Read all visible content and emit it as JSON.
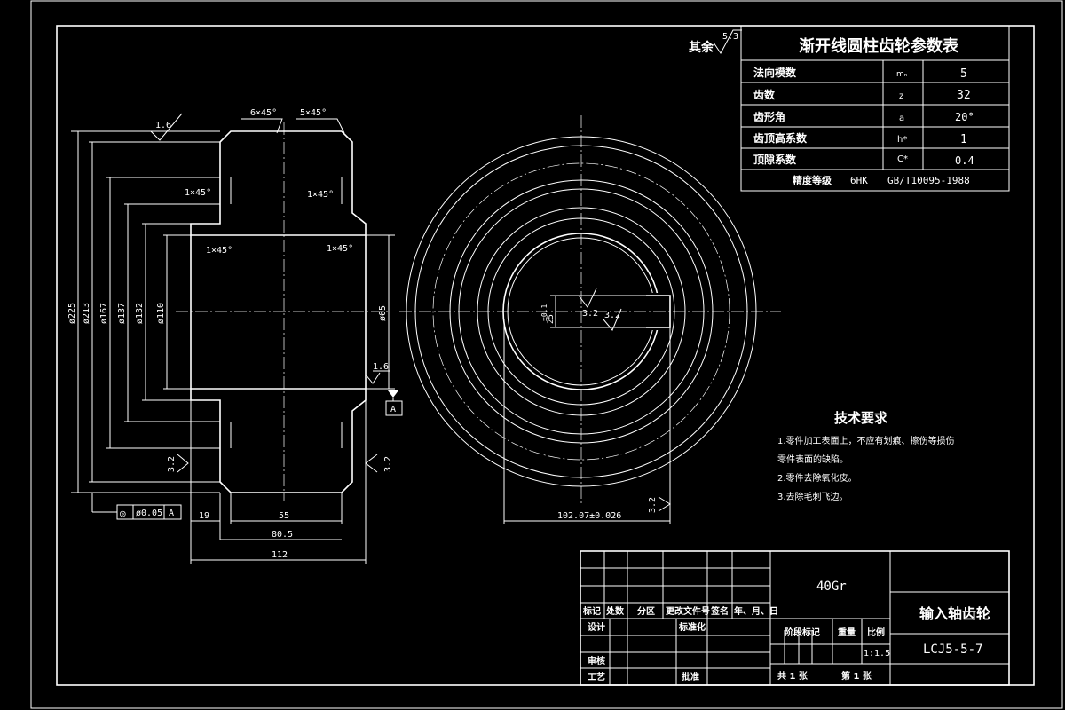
{
  "params_table": {
    "title": "渐开线圆柱齿轮参数表",
    "rows": [
      {
        "name": "法向模数",
        "symbol": "mₙ",
        "value": "5"
      },
      {
        "name": "齿数",
        "symbol": "z",
        "value": "32"
      },
      {
        "name": "齿形角",
        "symbol": "a",
        "value": "20°"
      },
      {
        "name": "齿顶高系数",
        "symbol": "h*",
        "value": "1"
      },
      {
        "name": "顶隙系数",
        "symbol": "C*",
        "value": "0.4"
      }
    ],
    "accuracy_label": "精度等级",
    "accuracy_grade": "6HK",
    "accuracy_standard": "GB/T10095-1988"
  },
  "remaining_roughness": {
    "label": "其余",
    "value": "5.3"
  },
  "dimensions": {
    "chamfer_6x45": "6×45°",
    "chamfer_5x45": "5×45°",
    "chamfer_1x45": "1×45°",
    "dia_225": "ø225",
    "dia_213": "ø213",
    "dia_167": "ø167",
    "dia_137": "ø137",
    "dia_132": "ø132",
    "dia_110": "ø110",
    "dia_bore": "ø65",
    "len_19": "19",
    "len_55": "55",
    "len_80_5": "80.5",
    "len_112": "112",
    "keyway_depth": "25",
    "keyway_tol": "±0.1",
    "keyway_width": "102.07±0.026"
  },
  "roughness": {
    "r16": "1.6",
    "r32": "3.2"
  },
  "datum": "A",
  "tolerance": {
    "symbol": "◎",
    "value": "ø0.05",
    "datum": "A"
  },
  "tech_requirements": {
    "title": "技术要求",
    "items": [
      "1.零件加工表面上，不应有划痕、擦伤等损伤",
      "零件表面的缺陷。",
      "2.零件去除氧化皮。",
      "3.去除毛刺飞边。"
    ]
  },
  "title_block": {
    "material": "40Gr",
    "part_name": "输入轴齿轮",
    "drawing_no": "LCJ5-5-7",
    "scale_label": "比例",
    "scale": "1:1.5",
    "weight_label": "重量",
    "stage_label": "阶段标记",
    "headers": [
      "标记",
      "处数",
      "分区",
      "更改文件号",
      "签名",
      "年、月、日"
    ],
    "design": "设计",
    "standardize": "标准化",
    "review": "审核",
    "process": "工艺",
    "approve": "批准",
    "sheets_total": "共 1 张",
    "sheet_no": "第 1 张"
  }
}
